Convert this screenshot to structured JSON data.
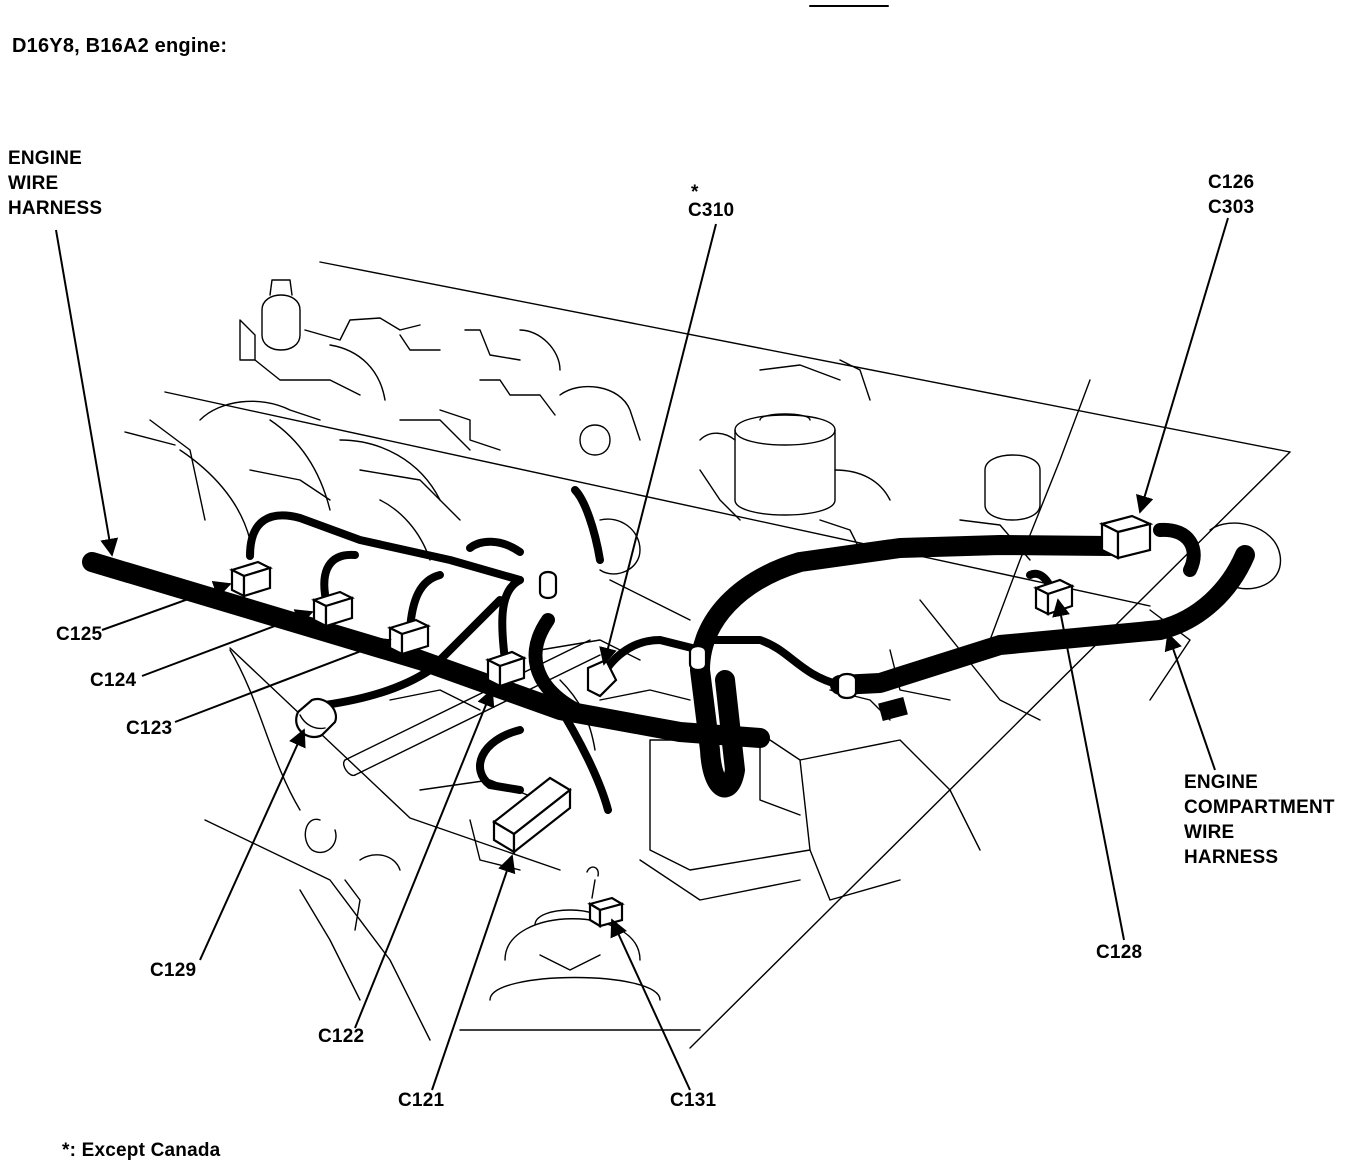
{
  "title": "D16Y8, B16A2 engine:",
  "footnote": "*: Except Canada",
  "labels": {
    "engine_wire_harness": [
      "ENGINE",
      "WIRE",
      "HARNESS"
    ],
    "engine_compartment_wire_harness": [
      "ENGINE",
      "COMPARTMENT",
      "WIRE",
      "HARNESS"
    ],
    "c310_marker": "*",
    "c310": "C310",
    "c126_c303": [
      "C126",
      "C303"
    ],
    "c125": "C125",
    "c124": "C124",
    "c123": "C123",
    "c129": "C129",
    "c122": "C122",
    "c121": "C121",
    "c131": "C131",
    "c128": "C128"
  }
}
